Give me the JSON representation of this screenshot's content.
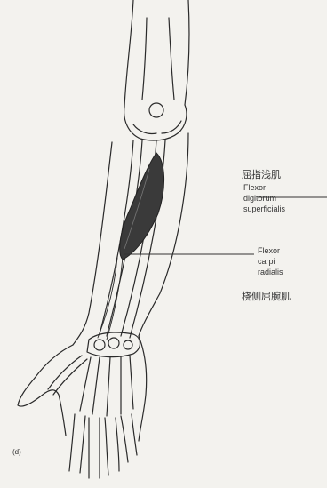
{
  "figure": {
    "panel_label": "(d)",
    "labels": {
      "fds_chinese": "屈指浅肌",
      "fds_latin_1": "Flexor",
      "fds_latin_2": "digitorum",
      "fds_latin_3": "superficialis",
      "fcr_latin_1": "Flexor",
      "fcr_latin_2": "carpi",
      "fcr_latin_3": "radialis",
      "fcr_chinese": "桡侧屈腕肌"
    },
    "colors": {
      "background": "#f3f2ee",
      "ink": "#2a2a2a",
      "muscle": "#3a3a3a"
    }
  }
}
